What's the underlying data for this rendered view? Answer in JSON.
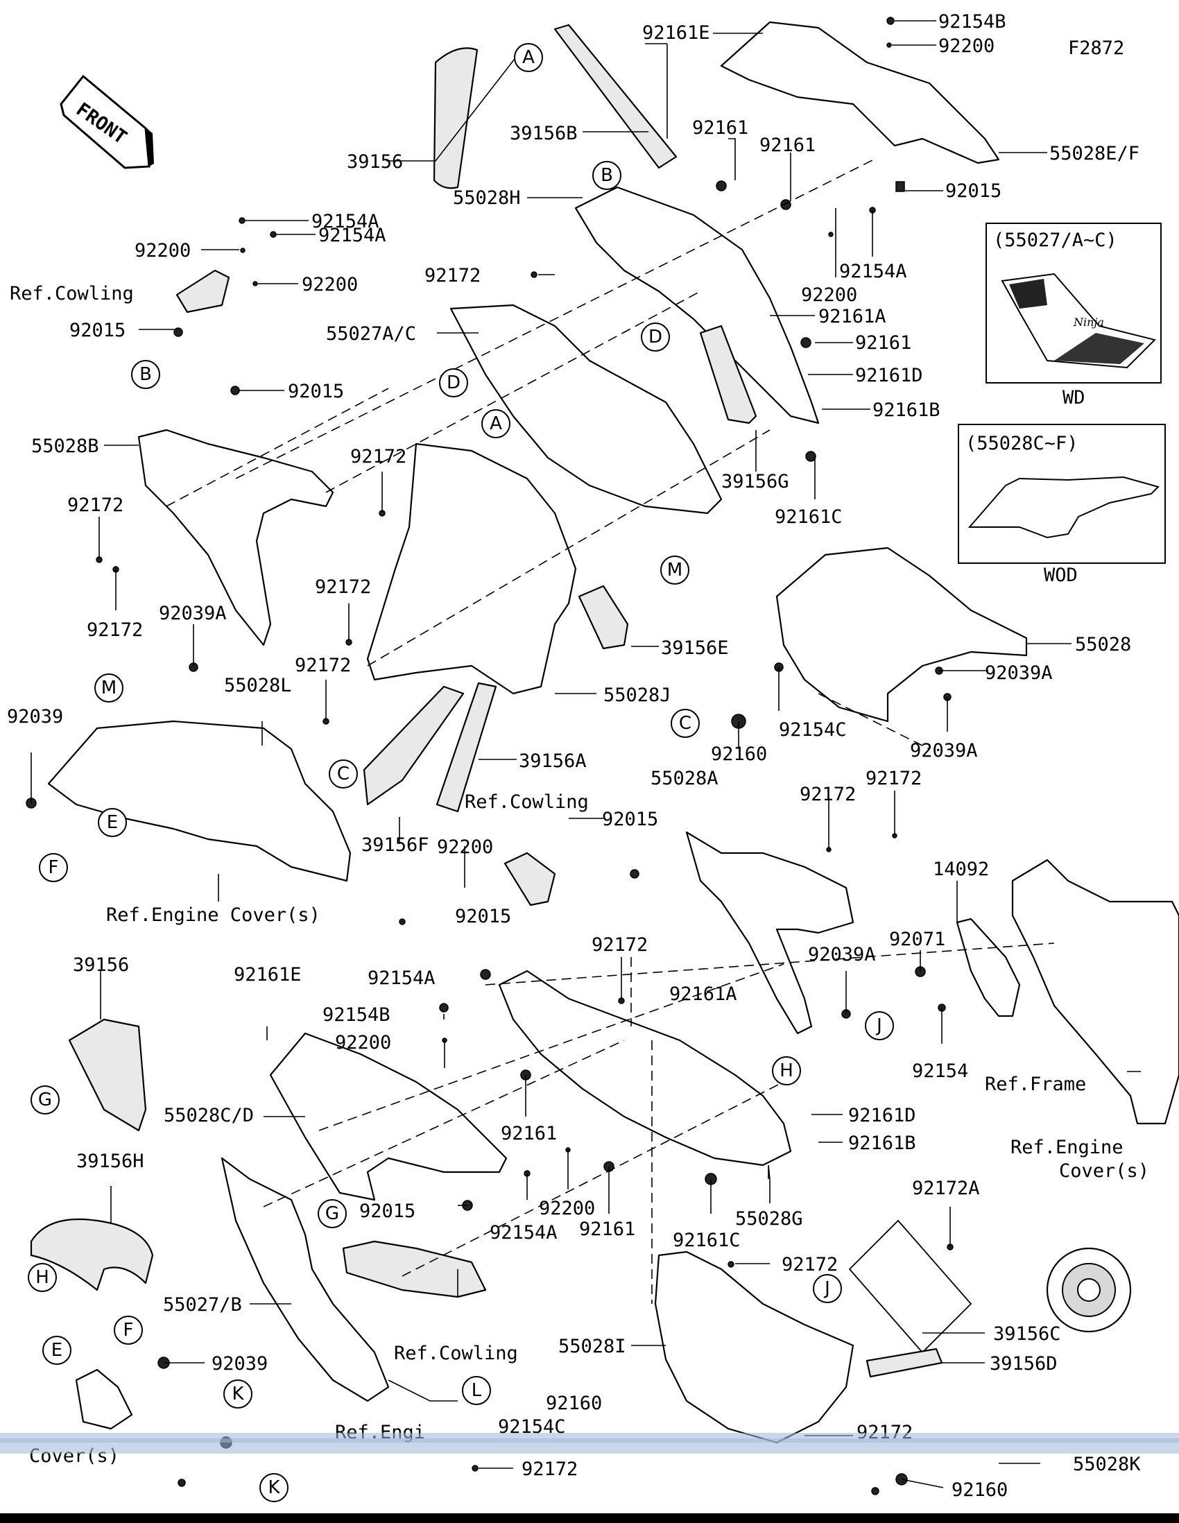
{
  "figure_code": "F2872",
  "front_label": "FRONT",
  "labels": {
    "p92161E_top": "92161E",
    "p92154B_top": "92154B",
    "p92200_top": "92200",
    "p55028EF": "55028E/F",
    "p92015_top": "92015",
    "p39156_top": "39156",
    "p39156B": "39156B",
    "p92161_a": "92161",
    "p92161_b": "92161",
    "p55028H": "55028H",
    "p92154A_a": "92154A",
    "p92200_a": "92200",
    "p92154A_b": "92154A",
    "p92200_b": "92200",
    "p92015_a": "92015",
    "p92172_a": "92172",
    "p92154A_c": "92154A",
    "p92200_c": "92200",
    "p92161A_a": "92161A",
    "p55027AC": "55027A/C",
    "p92161_c": "92161",
    "p92015_b": "92015",
    "p92161D_a": "92161D",
    "p92161B_a": "92161B",
    "p55028B": "55028B",
    "p92172_b": "92172",
    "p39156G": "39156G",
    "p92161C_a": "92161C",
    "p92172_c": "92172",
    "p92172_d": "92172",
    "p92039A_a": "92039A",
    "p92172_e": "92172",
    "p39156E": "39156E",
    "p55028": "55028",
    "p92039A_b": "92039A",
    "p92172_f": "92172",
    "p55028J": "55028J",
    "p92154C_a": "92154C",
    "p92160_a": "92160",
    "p92039A_c": "92039A",
    "p92039_a": "92039",
    "p55028L": "55028L",
    "p39156A": "39156A",
    "p55028A": "55028A",
    "p92172_g": "92172",
    "p92172_h": "92172",
    "p39156F": "39156F",
    "p92200_d": "92200",
    "p92015_c": "92015",
    "p14092": "14092",
    "p92015_d": "92015",
    "p92071": "92071",
    "p92154A_d": "92154A",
    "p92172_i": "92172",
    "p92039A_d": "92039A",
    "p39156_bottom": "39156",
    "p92161E_b": "92161E",
    "p92154B_b": "92154B",
    "p92161A_b": "92161A",
    "p92200_e": "92200",
    "p92154": "92154",
    "p55028CD": "55028C/D",
    "p92161_d": "92161",
    "p92161D_b": "92161D",
    "p92161B_b": "92161B",
    "p39156H": "39156H",
    "p92200_f": "92200",
    "p92154A_e": "92154A",
    "p92161_e": "92161",
    "p55028G": "55028G",
    "p92015_e": "92015",
    "p92161C_b": "92161C",
    "p92172A": "92172A",
    "p92172_j": "92172",
    "p55027B": "55027/B",
    "p55028I": "55028I",
    "p39156C": "39156C",
    "p39156D": "39156D",
    "p92039_b": "92039",
    "p92160_b": "92160",
    "p92154C_b": "92154C",
    "p92172_k": "92172",
    "p92172_l": "92172",
    "p92160_c": "92160",
    "p55028K": "55028K"
  },
  "refs": {
    "cowling_a": "Ref.Cowling",
    "cowling_b": "Ref.Cowling",
    "cowling_c": "Ref.Cowling",
    "engine_cover_a": "Ref.Engine Cover(s)",
    "frame": "Ref.Frame",
    "engine_cover_b_1": "Ref.Engine",
    "engine_cover_b_2": "Cover(s)",
    "engine_cover_c_partial": "Ref.Engi",
    "cover_partial": "Cover(s)"
  },
  "insets": {
    "wd_title": "(55027/A~C)",
    "wd_caption": "WD",
    "wod_title": "(55028C~F)",
    "wod_caption": "WOD",
    "logo_text": "Ninja"
  },
  "callouts": [
    "A",
    "B",
    "D",
    "D",
    "A",
    "M",
    "C",
    "M",
    "E",
    "F",
    "C",
    "G",
    "H",
    "J",
    "H",
    "G",
    "L",
    "J",
    "E",
    "F",
    "K",
    "K",
    "B"
  ]
}
